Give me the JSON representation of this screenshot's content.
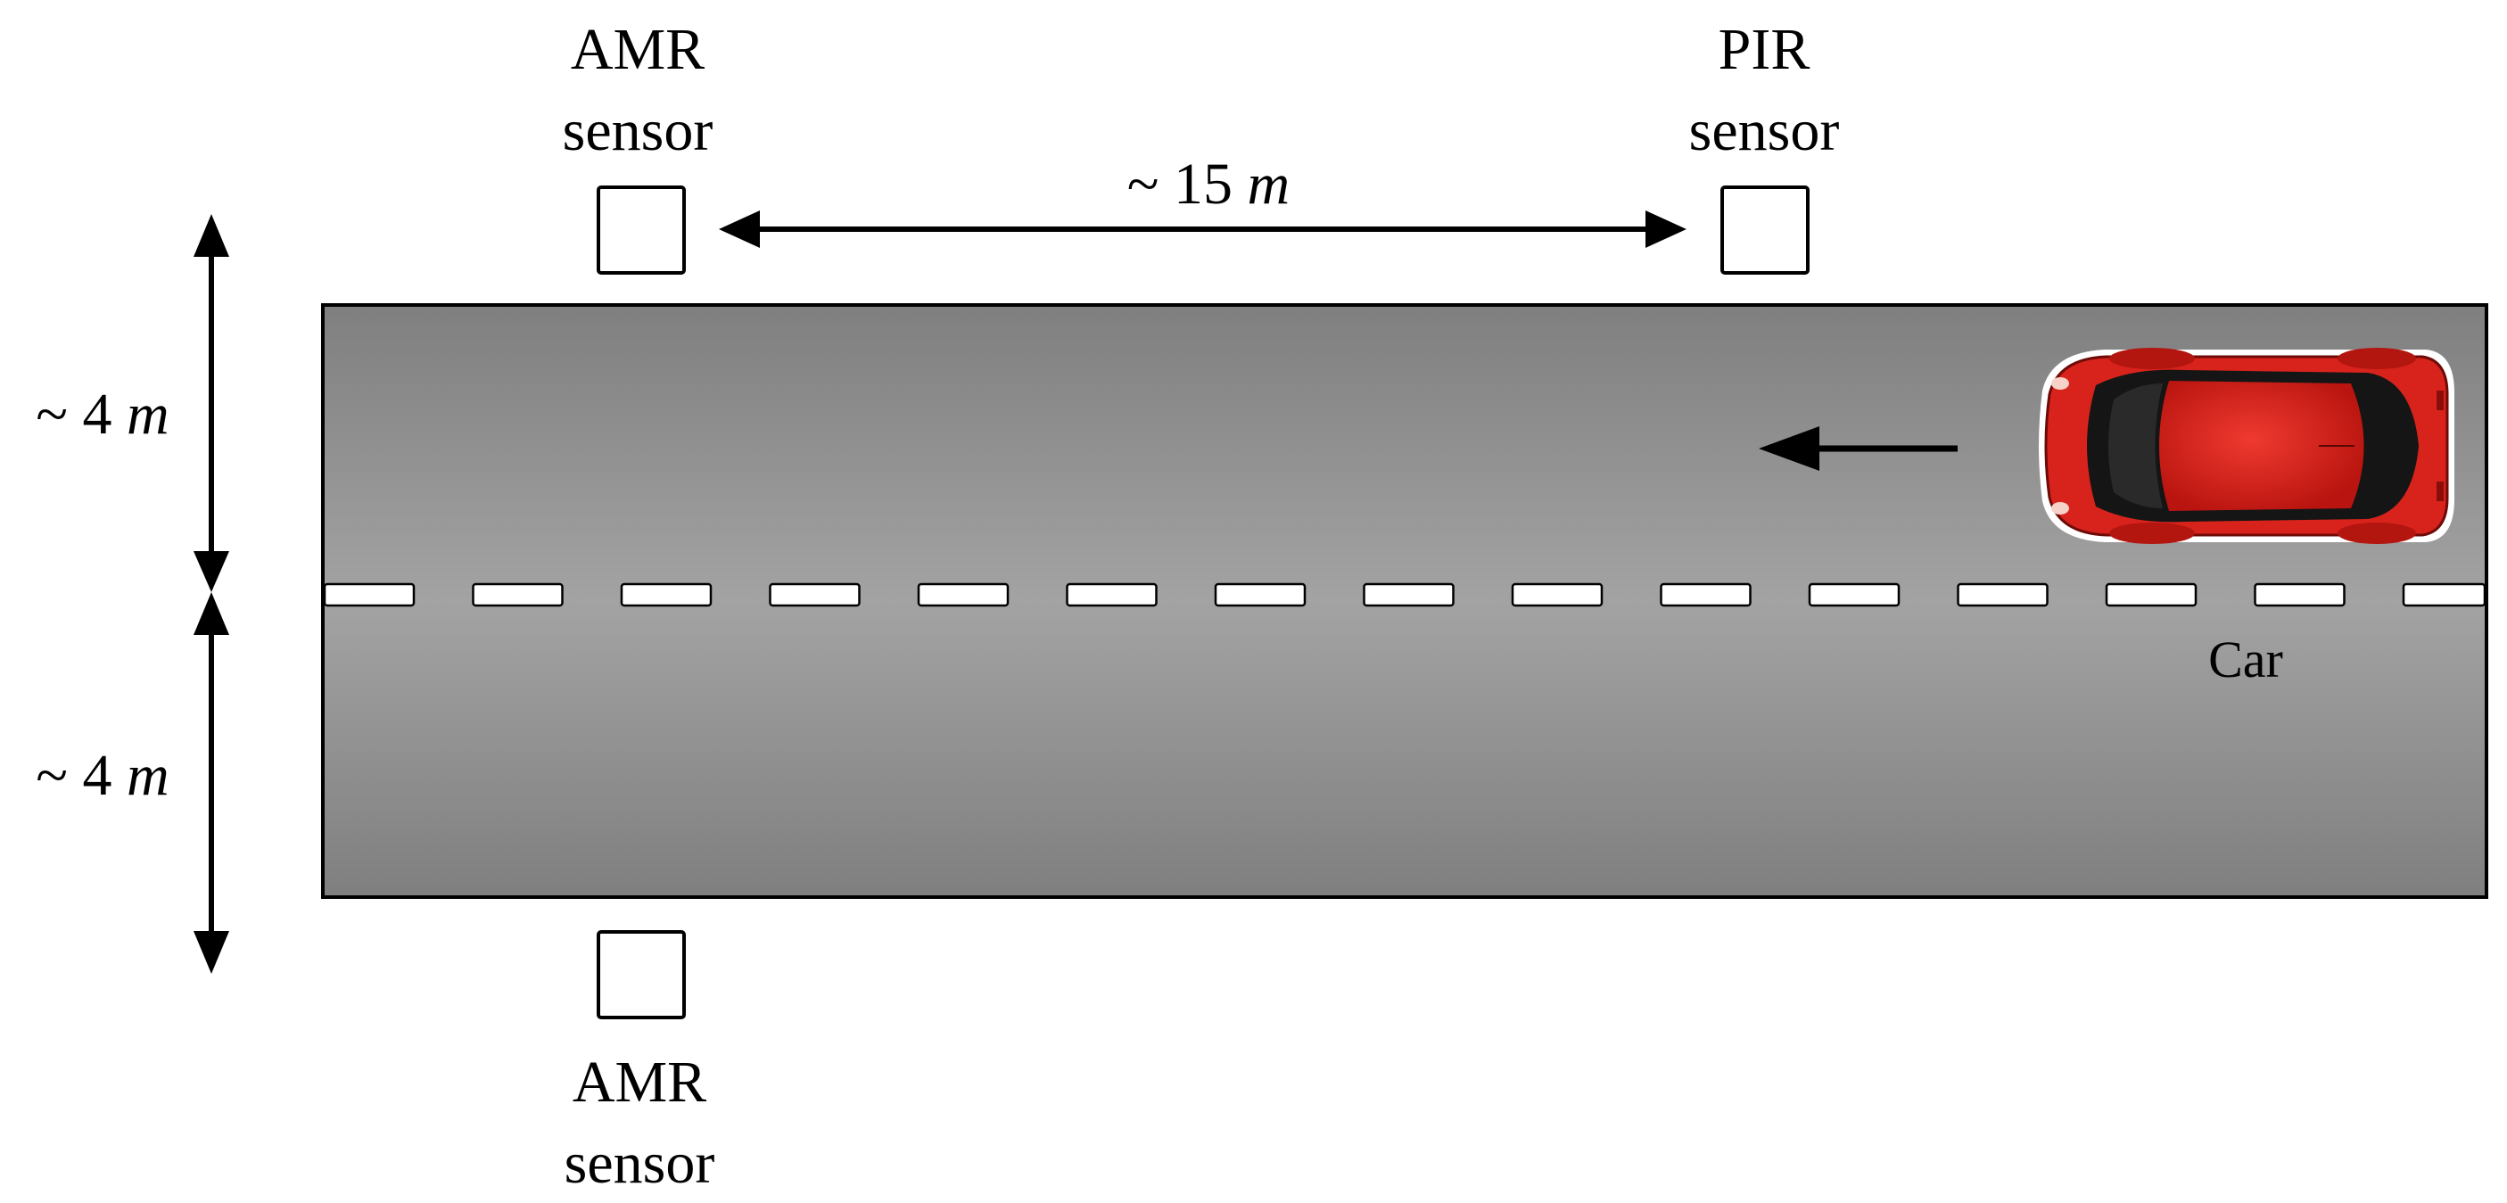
{
  "labels": {
    "amr_top_line1": "AMR",
    "amr_top_line2": "sensor",
    "pir_line1": "PIR",
    "pir_line2": "sensor",
    "amr_bottom_line1": "AMR",
    "amr_bottom_line2": "sensor",
    "distance_prefix": "~ 15 ",
    "distance_unit": "m",
    "lane_top_prefix": "~ 4 ",
    "lane_top_unit": "m",
    "lane_bottom_prefix": "~ 4 ",
    "lane_bottom_unit": "m",
    "car": "Car"
  },
  "colors": {
    "road_edge": "#7f7f7f",
    "road_center": "#a3a3a3",
    "car_body": "#d8231c",
    "car_glass": "#151515",
    "lane_marking": "#ffffff"
  }
}
